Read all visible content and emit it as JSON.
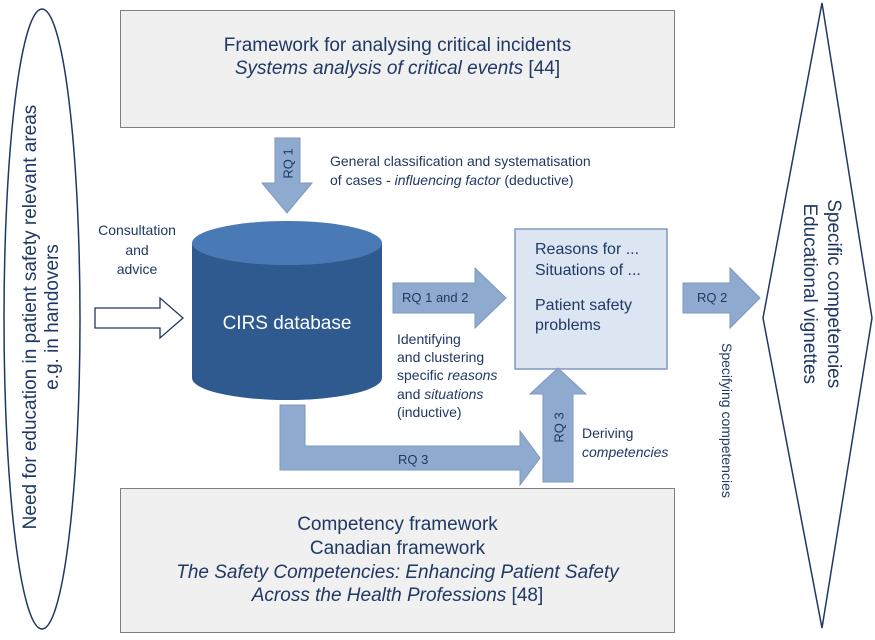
{
  "top_box": {
    "line1": "Framework for analysing critical incidents",
    "line2_italic": "Systems analysis of critical events",
    "line2_ref": " [44]"
  },
  "left_oval": {
    "line1": "Need for education in patient safety relevant areas",
    "line2": "e.g. in handovers"
  },
  "right_diamond": {
    "line1": "Specific competencies",
    "line2": "Educational vignettes"
  },
  "consultation": {
    "line1": "Consultation",
    "line2": "and",
    "line3": "advice"
  },
  "database": {
    "label": "CIRS database"
  },
  "rq1": {
    "label": "RQ 1",
    "desc_line1": "General classification and systematisation",
    "desc_line2_prefix": "of cases - ",
    "desc_line2_italic": "influencing factor",
    "desc_line2_suffix": " (deductive)"
  },
  "rq12": {
    "label": "RQ 1 and 2",
    "desc_line1": "Identifying",
    "desc_line2": "and clustering",
    "desc_line3_prefix": "specific ",
    "desc_line3_italic": "reasons",
    "desc_line4_prefix": "and ",
    "desc_line4_italic": "situations",
    "desc_line5": "(inductive)"
  },
  "reasons_box": {
    "line1": "Reasons for ...",
    "line2": "Situations of ...",
    "line3": "Patient safety",
    "line4": "problems"
  },
  "rq2": {
    "label": "RQ 2",
    "vertical": "Specifying competencies"
  },
  "rq3": {
    "label_h": "RQ 3",
    "label_v": "RQ 3",
    "desc_line1": "Deriving",
    "desc_line2_italic": "competencies"
  },
  "bottom_box": {
    "line1": "Competency framework",
    "line2": "Canadian framework",
    "line3_italic": "The Safety Competencies: Enhancing Patient Safety",
    "line4_italic": "Across the Health Professions",
    "line4_ref": " [48]"
  },
  "colors": {
    "arrow_fill": "#8eaacf",
    "arrow_stroke": "#7e98bf",
    "db_fill": "#2e5a8f",
    "db_top": "#4a7ab5",
    "text": "#1f3864",
    "box_fill": "#f0f0f0",
    "reasons_fill": "#dce6f2"
  }
}
